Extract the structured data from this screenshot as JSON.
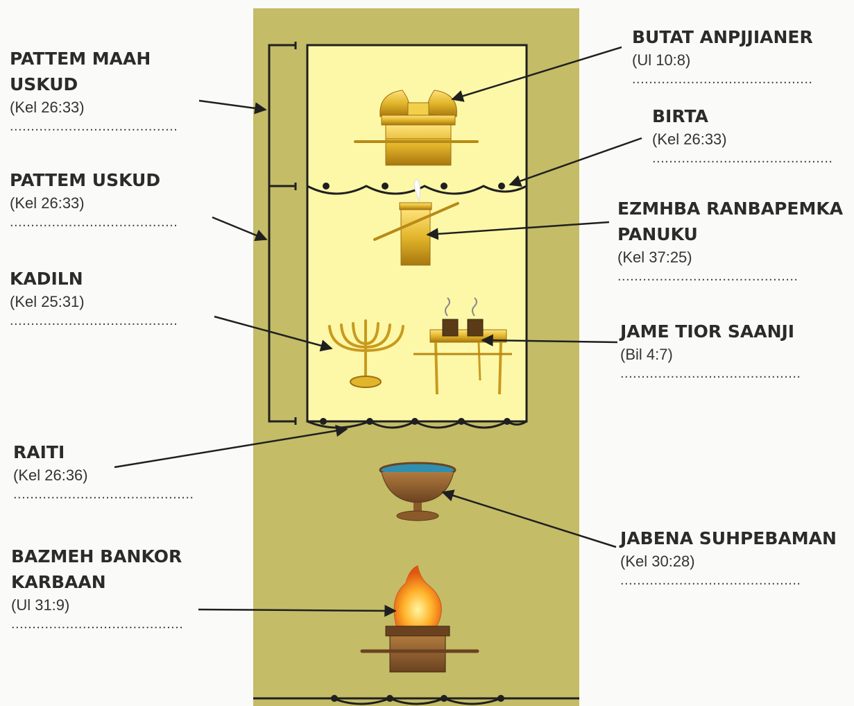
{
  "labels": {
    "pattem_maah_uskud": {
      "line1": "PATTEM MAAH",
      "line2": "USKUD",
      "ref": "(Kel 26:33)",
      "dots": "........................................"
    },
    "pattem_uskud": {
      "title": "PATTEM USKUD",
      "ref": "(Kel 26:33)",
      "dots": "........................................"
    },
    "kadiln": {
      "title": "KADILN",
      "ref": "(Kel 25:31)",
      "dots": "........................................"
    },
    "raiti": {
      "title": "RAITI",
      "ref": "(Kel 26:36)",
      "dots": "..........................................."
    },
    "bazmeh_bankor_karbaan": {
      "line1": "BAZMEH BANKOR",
      "line2": "KARBAAN",
      "ref": "(Ul 31:9)",
      "dots": "........................................."
    },
    "butat_anpjjianer": {
      "title": "BUTAT ANPJJIANER",
      "ref": "(Ul 10:8)",
      "dots": "..........................................."
    },
    "birta": {
      "title": "BIRTA",
      "ref": "(Kel 26:33)",
      "dots": "..........................................."
    },
    "ezmhba_ranbapemka_panuku": {
      "line1": "EZMHBA RANBAPEMKA",
      "line2": "PANUKU",
      "ref": "(Kel 37:25)",
      "dots": "..........................................."
    },
    "jame_tior_saanji": {
      "title": "JAME TIOR SAANJI",
      "ref": "(Bil 4:7)",
      "dots": "..........................................."
    },
    "jabena_suhpebaman": {
      "title": "JABENA SUHPEBAMAN",
      "ref": "(Kel 30:28)",
      "dots": "..........................................."
    }
  },
  "colors": {
    "courtyard": "#c4bc67",
    "sanctuary": "#fdf8a8",
    "outline": "#1f1f1f",
    "gold": "#e2b52a",
    "gold_dark": "#9c6f10",
    "bronze": "#8a5a2b",
    "water": "#2f8fb0",
    "flame": "#f59a1b"
  },
  "icons": [
    "ark-of-covenant-icon",
    "altar-of-incense-icon",
    "menorah-icon",
    "table-of-showbread-icon",
    "laver-icon",
    "altar-of-burnt-offering-icon"
  ]
}
